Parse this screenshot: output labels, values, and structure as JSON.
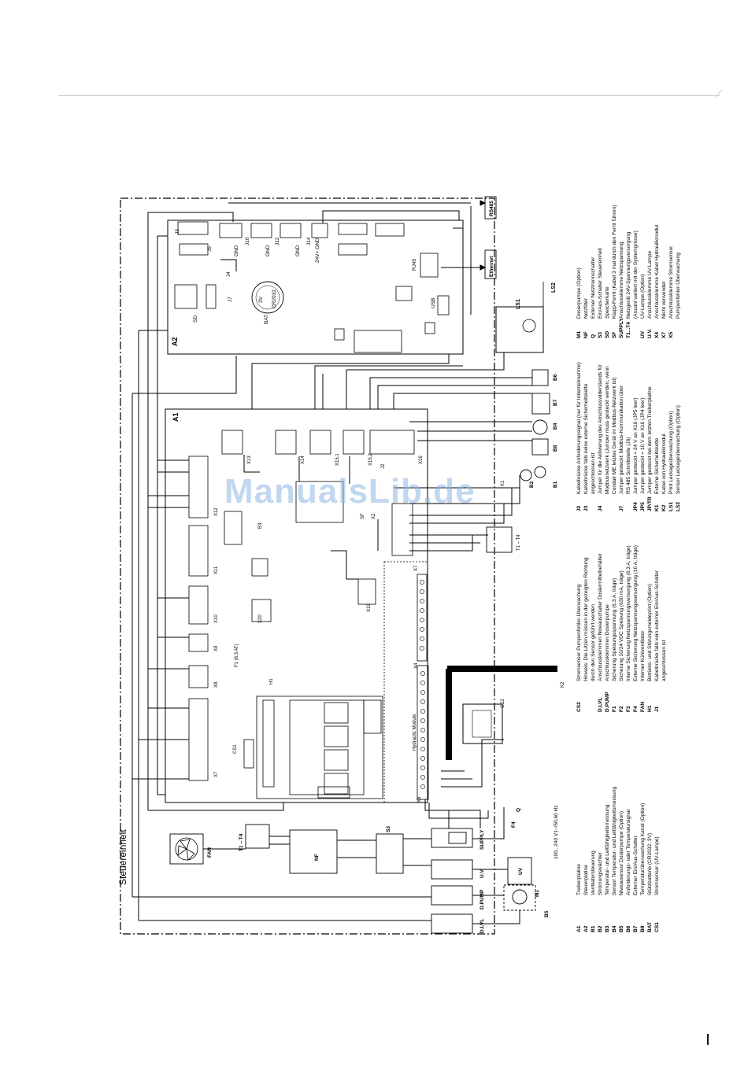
{
  "watermark": "ManualsLib.de",
  "diagram": {
    "enclosure": "Steuereinheit",
    "boards": [
      "A2",
      "A1"
    ]
  },
  "diagram_labels_note": "",
  "legend": [
    {
      "code": "A1",
      "text": "Treiberplatine"
    },
    {
      "code": "A2",
      "text": "Steuerplatine"
    },
    {
      "code": "B1",
      "text": "Ventilatorsteuerung"
    },
    {
      "code": "B2",
      "text": "Strömungswächter"
    },
    {
      "code": "B3",
      "text": "Temperatur- und Leitfähigkeitsmessung"
    },
    {
      "code": "B4",
      "text": "Sensor Temperatur- und Leitfähigkeitsmessung"
    },
    {
      "code": "B5",
      "text": "Niveausensor Dosierpumpe (Option)"
    },
    {
      "code": "B6",
      "text": "Anforderungs- oder Temperatursignal"
    },
    {
      "code": "B7",
      "text": "Externer Ein/Aus-Schalter"
    },
    {
      "code": "B8",
      "text": "Temperaturüberwachung Kanal (Option)"
    },
    {
      "code": "BAT",
      "text": "Stützbatterie (CR2032, 3V)"
    },
    {
      "code": "CS1",
      "text": "Stromsensor (UV-Lampe)"
    },
    {
      "code": "CS2",
      "text": "Stromsensor Pumpenfehler-Überwachung"
    },
    {
      "code": "",
      "text": "Hinweis: Die Litzen müssen in der gezeigten Richtung"
    },
    {
      "code": "",
      "text": "durch den Sensor geführt werden"
    },
    {
      "code": "D.LVL",
      "text": "Anschlussklemmen Niveauschalter Dosiermittelbehälter"
    },
    {
      "code": "D.PUMP",
      "text": "Anschlussklemmen Dosierpumpe"
    },
    {
      "code": "F1",
      "text": "Sicherung Speisungsspannung (6.3 A, träge)"
    },
    {
      "code": "F2",
      "text": "Sicherung 10/24 VDC Speisung (630 mA, träge)"
    },
    {
      "code": "F3",
      "text": "Interne Sicherung Netzspannungsversorgung (6.3 A, träge)"
    },
    {
      "code": "F4",
      "text": "Externe Sicherung Netzspannungsversorgung (10 A, träge)"
    },
    {
      "code": "FAN",
      "text": "Interner Kühlventilator"
    },
    {
      "code": "H1",
      "text": "Betriebs- und Störungsmeldeprint (Option)"
    },
    {
      "code": "J1",
      "text": "Kabelbrücke falls kein externer Ein/Aus-Schalter"
    },
    {
      "code": "",
      "text": "angeschlossen ist"
    },
    {
      "code": "J2",
      "text": "Kabelbrücke Anforderungssignal (nur für Inbetriebnahme)"
    },
    {
      "code": "J3",
      "text": "Kabelbrücke falls keine externe Sicherheitskette"
    },
    {
      "code": "",
      "text": "angeschlossen ist"
    },
    {
      "code": "J4",
      "text": "Jumper für die Aktivierung des Abschlusswiderstands für"
    },
    {
      "code": "",
      "text": "Modbusnetzwerk (Jumper muss gesteckt werden, wenn"
    },
    {
      "code": "",
      "text": "Condair ME letztes Gerät im Modbus-Netzwerk ist)"
    },
    {
      "code": "J7",
      "text": "Jumper gesteckt: Modbus-Kommunikation über"
    },
    {
      "code": "",
      "text": "RS 485 Schnittstelle (J6)"
    },
    {
      "code": "JP4",
      "text": "Jumper gesteckt = 24 V an X16 (JP5 leer)"
    },
    {
      "code": "JP5",
      "text": "Jumper gesteckt = 10 V an X16 (JP4 leer)"
    },
    {
      "code": "JP/TR",
      "text": "Jumper gesteckt bei dem letzten Treiberplatine"
    },
    {
      "code": "K1",
      "text": "Externe Sicherheitskette"
    },
    {
      "code": "K2",
      "text": "Kabel von Hydraulikmodul"
    },
    {
      "code": "LS1",
      "text": "Print Leckageüberwachung (Option)"
    },
    {
      "code": "LS2",
      "text": "Sensor Leckageüberwachung (Option)"
    },
    {
      "code": "M1",
      "text": "Dosierpumpe (Option)"
    },
    {
      "code": "NF",
      "text": "Netzfilter"
    },
    {
      "code": "Q",
      "text": "Externer Netztrennschalter"
    },
    {
      "code": "S3",
      "text": "Ein/Aus-Schalter Steuereinheit"
    },
    {
      "code": "SD",
      "text": "Speicherkarte"
    },
    {
      "code": "SF",
      "text": "Klapp-Ferrit (Kabel 3 mal durch den Ferrit führen)"
    },
    {
      "code": "SUPPLY",
      "text": "Anschlussklemme Netzspannung"
    },
    {
      "code": "T1...T4",
      "text": "Netzgerät 24V-Spannungsversorgung"
    },
    {
      "code": "",
      "text": "(Anzahl variiert mit der Systemgrösse)"
    },
    {
      "code": "UV",
      "text": "UV-Lampe (Option)"
    },
    {
      "code": "U.V.",
      "text": "Anschlussklemme UV-Lampe"
    },
    {
      "code": "X4",
      "text": "Anschlussklemme Kabel Hydraulikmodul"
    },
    {
      "code": "X7",
      "text": "Nicht verwendet"
    },
    {
      "code": "X5",
      "text": "Anschlussklemme Stromsensor"
    },
    {
      "code": "",
      "text": "Pumpenfehler-Überwachung"
    }
  ]
}
